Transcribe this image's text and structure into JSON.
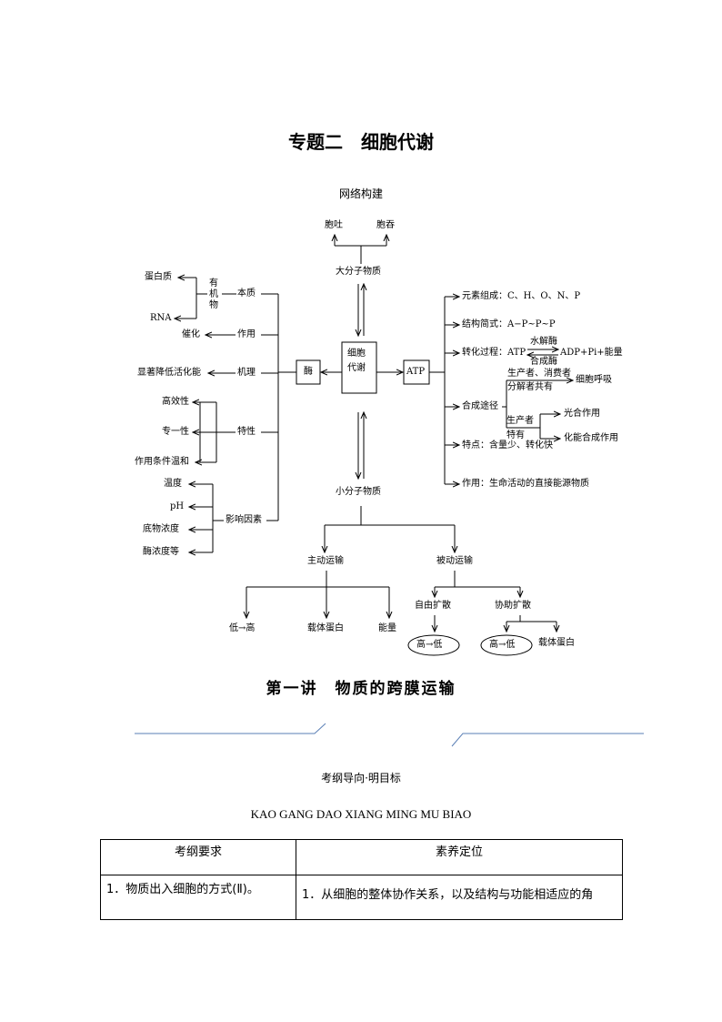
{
  "page": {
    "title": "专题二　细胞代谢",
    "subtitle": "网络构建",
    "lecture_title": "第一讲　物质的跨膜运输",
    "guide_title": "考纲导向·明目标",
    "guide_pinyin": "KAO GANG DAO XIANG MING MU BIAO"
  },
  "diagram": {
    "center": [
      "细胞",
      "代谢"
    ],
    "macro": "大分子物质",
    "endocytosis": "胞吞",
    "exocytosis": "胞吐",
    "micro": "小分子物质",
    "enzyme": "酶",
    "atp": "ATP",
    "enzyme_branches": {
      "nature": "本质",
      "organic": [
        "有",
        "机",
        "物"
      ],
      "protein": "蛋白质",
      "rna": "RNA",
      "function": "作用",
      "catalysis": "催化",
      "mechanism": "机理",
      "lower_energy": "显著降低活化能",
      "traits": "特性",
      "efficient": "高效性",
      "specific": "专一性",
      "mild": "作用条件温和",
      "factors": "影响因素",
      "temperature": "温度",
      "ph": "pH",
      "substrate": "底物浓度",
      "enzyme_conc": "酶浓度等"
    },
    "atp_branches": {
      "elements": "元素组成：C、H、O、N、P",
      "formula": "结构简式：A−P~P~P",
      "conversion": "转化过程：ATP",
      "hydrolase": "水解酶",
      "synthase": "合成酶",
      "products": "ADP+Pi+能量",
      "synthesis": "合成途径",
      "producer_consumer": "生产者、消费者",
      "decomposer_shared": "分解者共有",
      "respiration": "细胞呼吸",
      "producer": "生产者",
      "unique": "特有",
      "photosynthesis": "光合作用",
      "chemosynthesis": "化能合成作用",
      "features": "特点：含量少、转化快",
      "role": "作用：生命活动的直接能源物质"
    },
    "transport": {
      "active": "主动运输",
      "passive": "被动运输",
      "low_high": "低→高",
      "carrier": "载体蛋白",
      "energy": "能量",
      "free_diffusion": "自由扩散",
      "facilitated": "协助扩散",
      "high_low": "高→低",
      "carrier2": "载体蛋白"
    }
  },
  "table": {
    "headers": [
      "考纲要求",
      "素养定位"
    ],
    "rows": [
      [
        "1．物质出入细胞的方式(Ⅱ)。",
        "1．从细胞的整体协作关系，以及结构与功能相适应的角"
      ]
    ]
  }
}
